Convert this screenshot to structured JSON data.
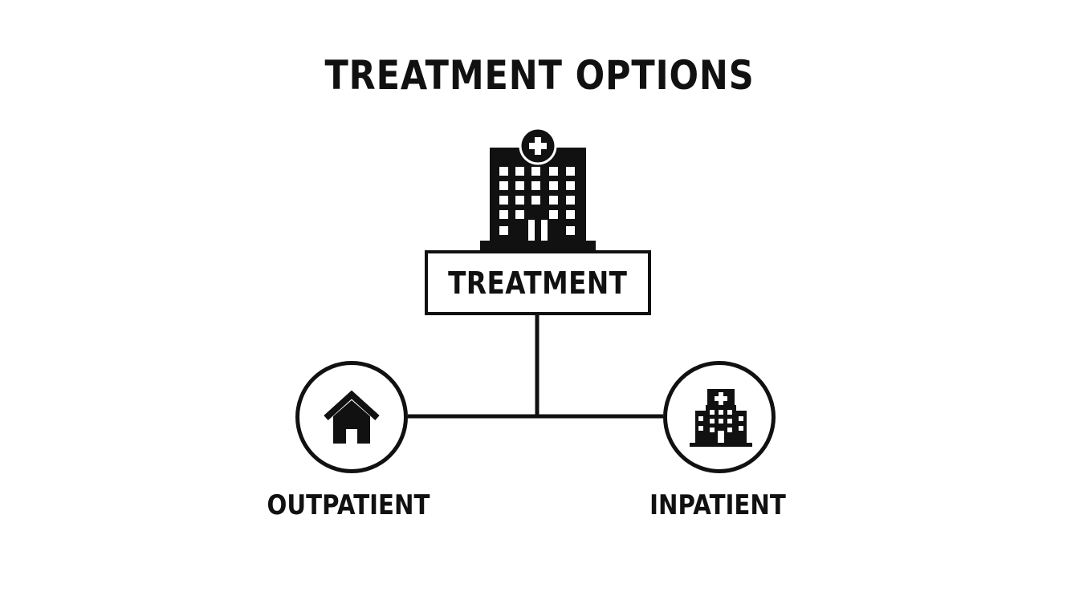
{
  "title": "TREATMENT OPTIONS",
  "root": {
    "label": "TREATMENT",
    "icon": "hospital-building-icon"
  },
  "branches": [
    {
      "label": "OUTPATIENT",
      "icon": "house-icon"
    },
    {
      "label": "INPATIENT",
      "icon": "hospital-icon"
    }
  ],
  "colors": {
    "ink": "#111111",
    "background": "#ffffff"
  }
}
